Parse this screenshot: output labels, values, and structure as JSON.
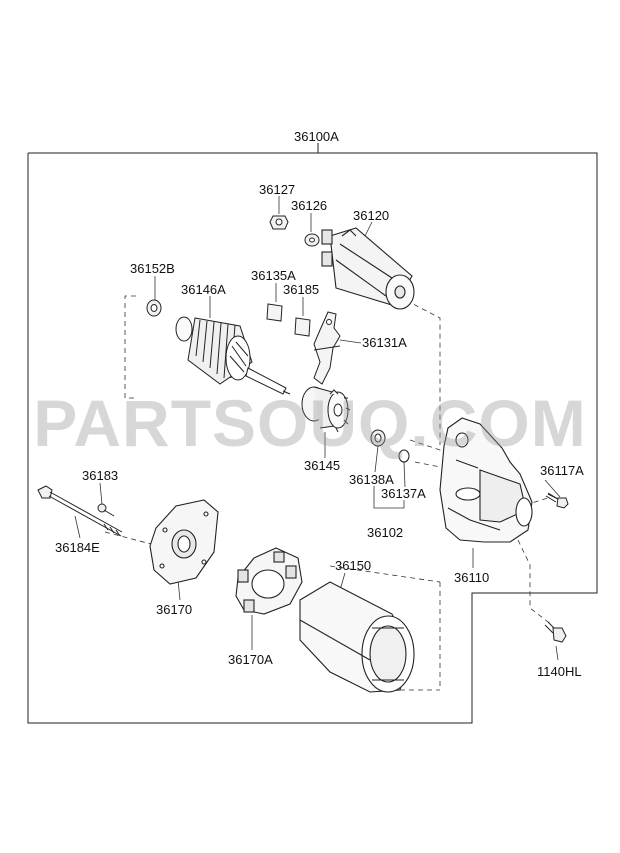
{
  "diagram": {
    "assembly_label": "36100A",
    "labels": {
      "p36127": "36127",
      "p36126": "36126",
      "p36120": "36120",
      "p36152B": "36152B",
      "p36135A": "36135A",
      "p36185": "36185",
      "p36146A": "36146A",
      "p36131A": "36131A",
      "p36145": "36145",
      "p36138A": "36138A",
      "p36137A": "36137A",
      "p36102": "36102",
      "p36117A": "36117A",
      "p36110": "36110",
      "p36183": "36183",
      "p36184E": "36184E",
      "p36170": "36170",
      "p36150": "36150",
      "p36170A": "36170A",
      "p1140HL": "1140HL"
    }
  },
  "watermark": "PARTSOUQ.COM"
}
